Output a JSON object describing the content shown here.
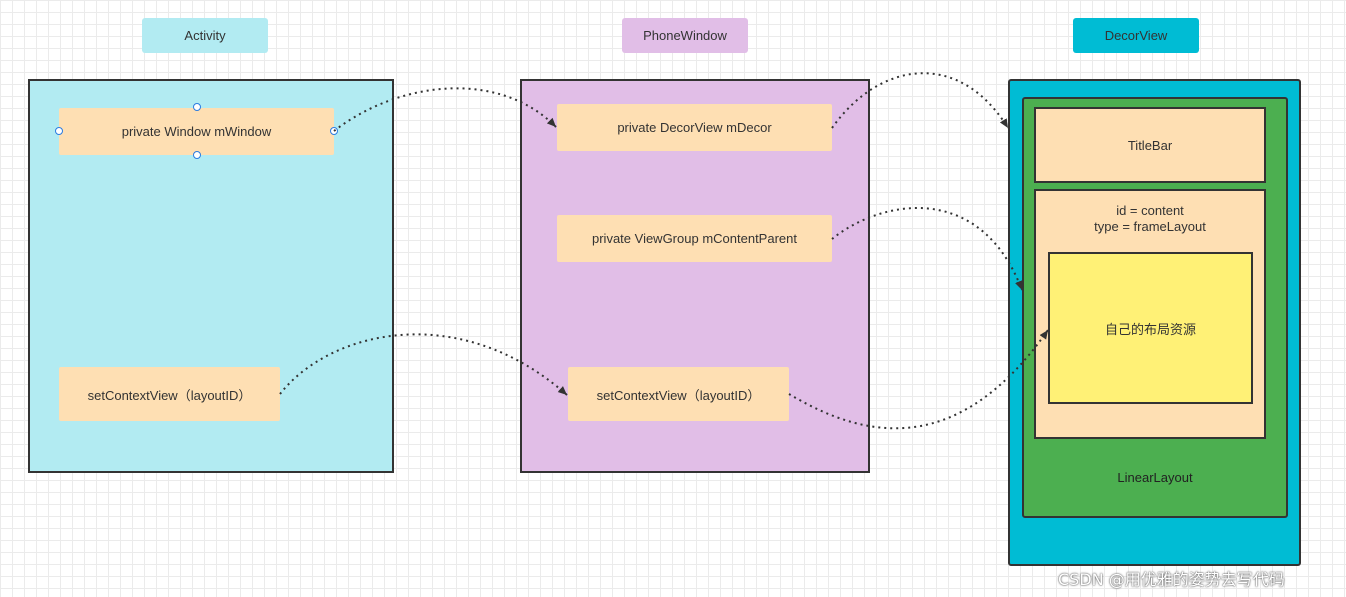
{
  "columns": {
    "activity": {
      "title": "Activity",
      "fields": [
        "private Window mWindow",
        "setContextView（layoutID）"
      ]
    },
    "phone_window": {
      "title": "PhoneWindow",
      "fields": [
        "private DecorView mDecor",
        "private ViewGroup mContentParent",
        "setContextView（layoutID）"
      ]
    },
    "decor_view": {
      "title": "DecorView",
      "title_bar": "TitleBar",
      "content_line1": "id = content",
      "content_line2": "type = frameLayout",
      "own_layout": "自己的布局资源",
      "linear_layout": "LinearLayout"
    }
  },
  "watermark": "CSDN @用优雅的姿势去写代码",
  "colors": {
    "activity": "#b2ebf2",
    "phone_window": "#e1bee7",
    "decor_view": "#00bcd4",
    "linear_layout": "#4caf50",
    "field": "#fedfb3",
    "own_layout": "#fff176"
  }
}
